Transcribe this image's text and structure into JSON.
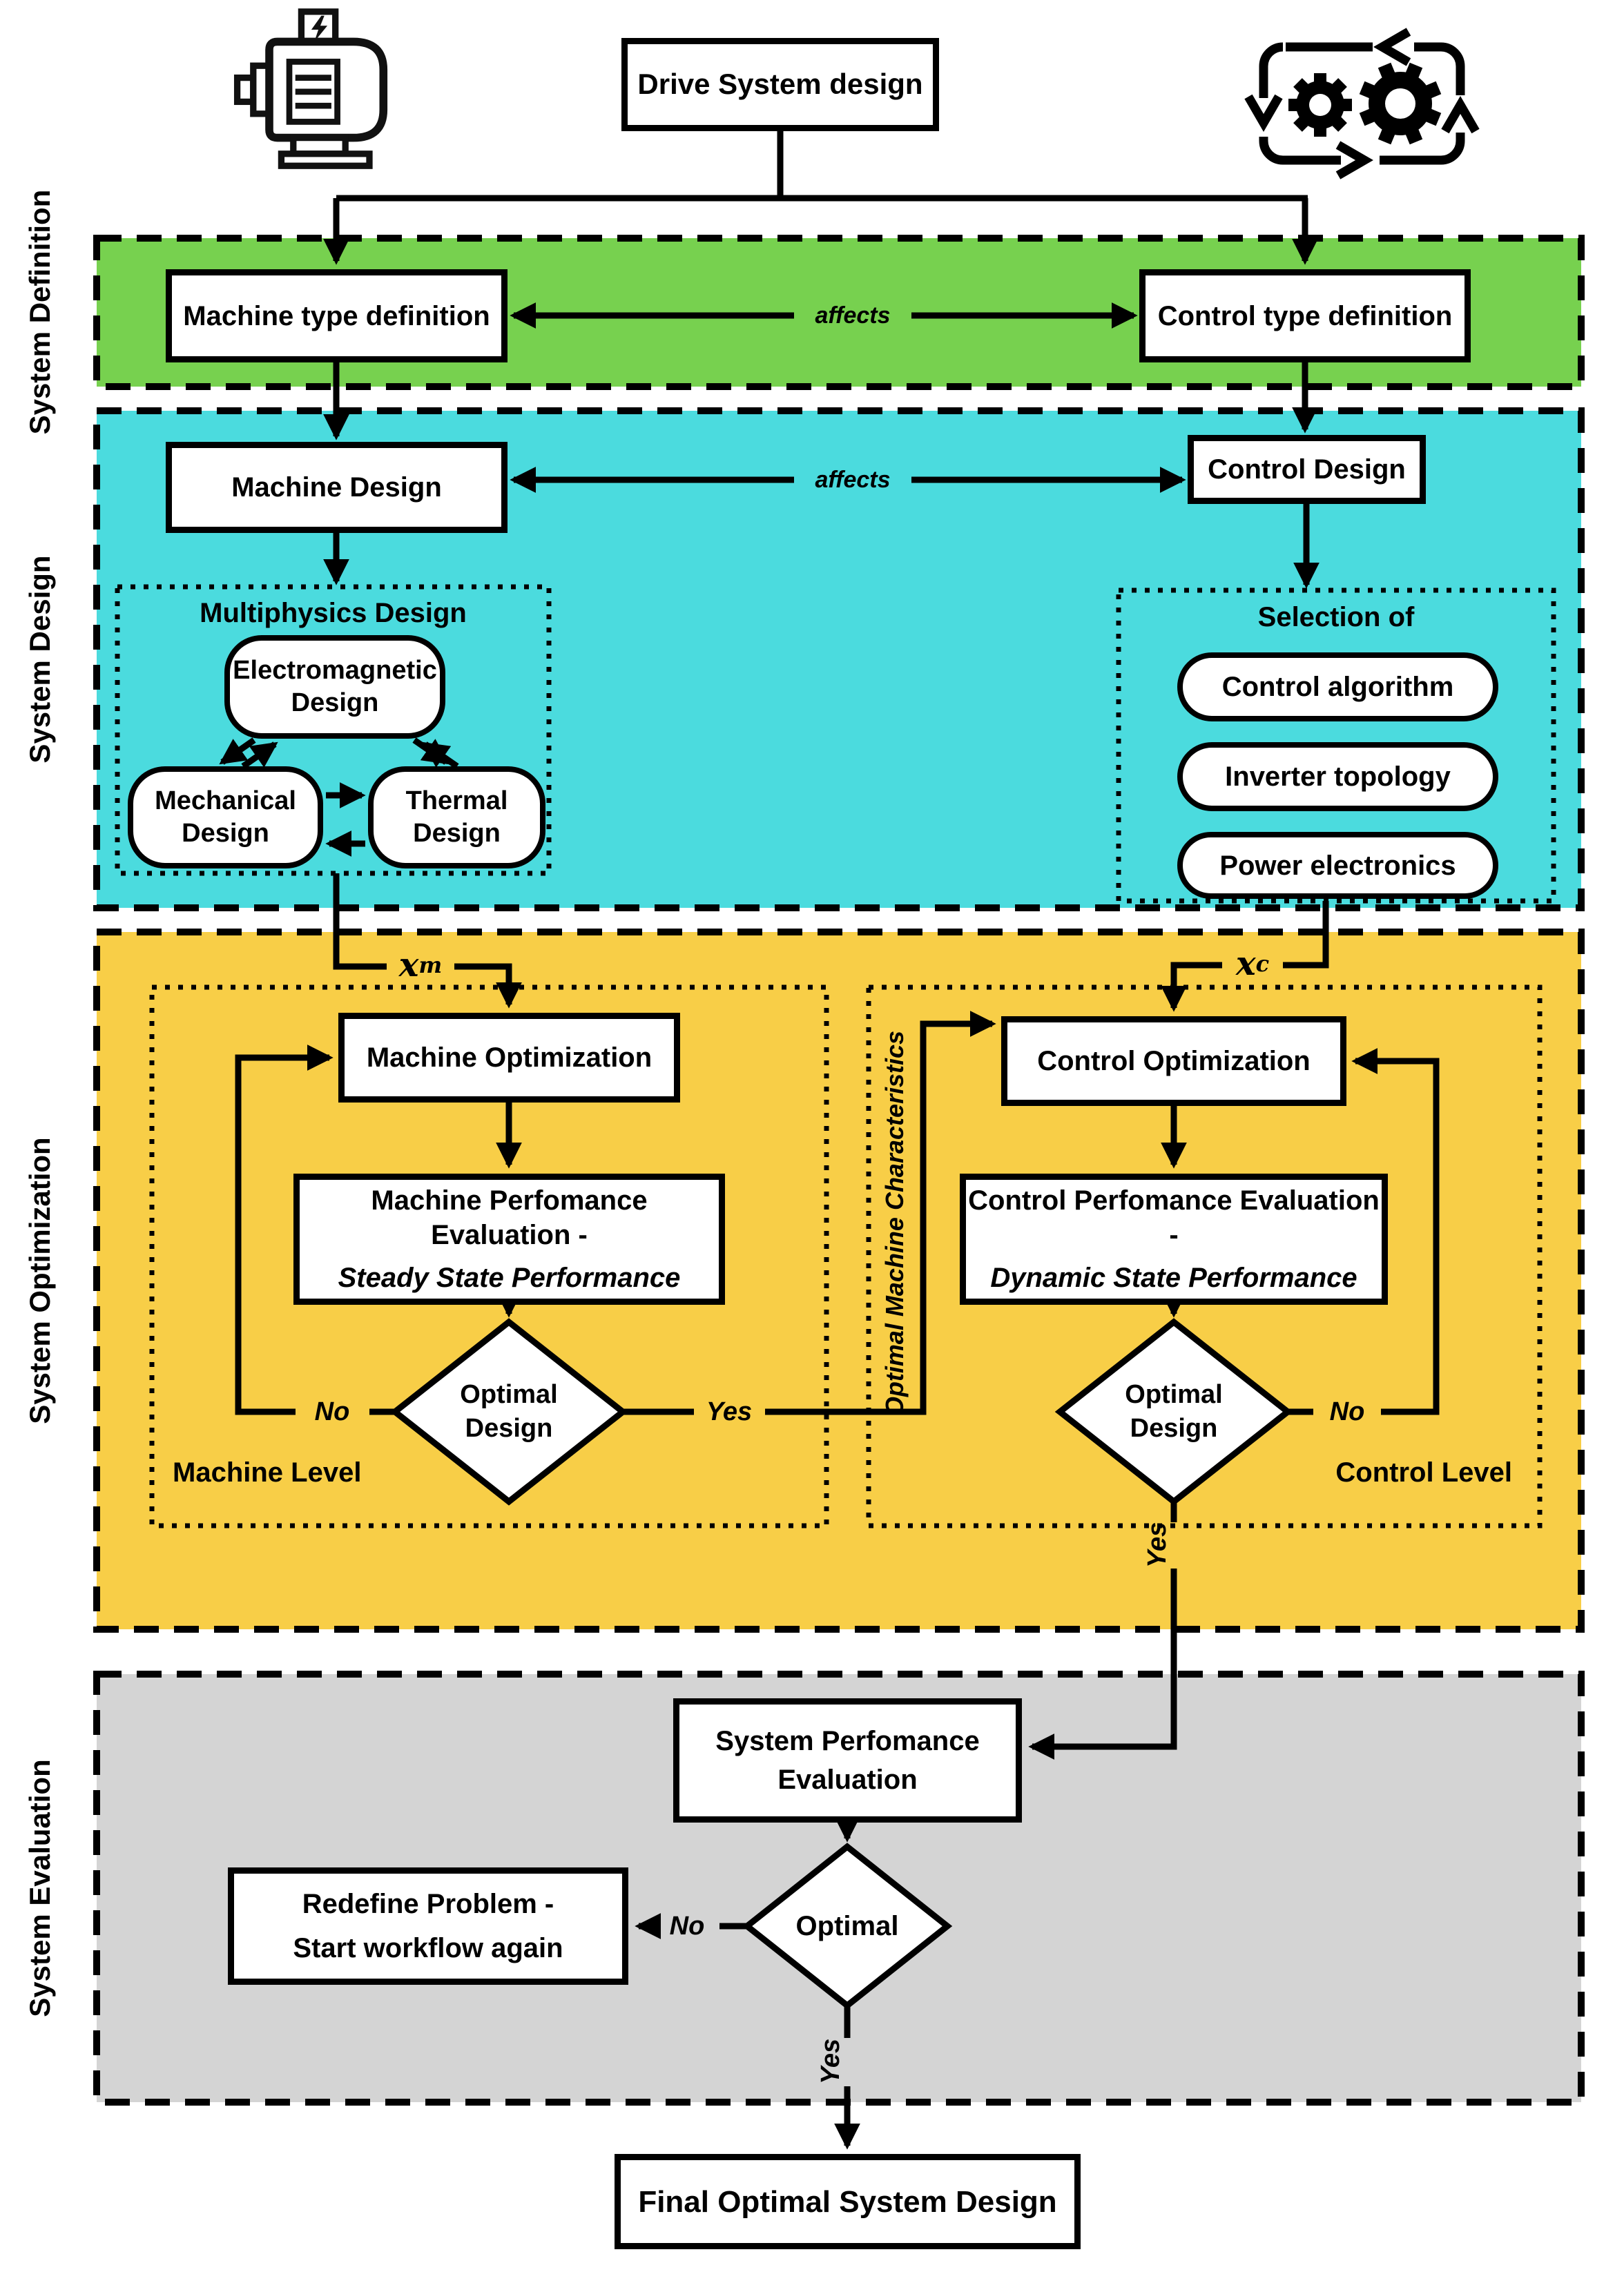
{
  "colors": {
    "band_definition": "#77D14F",
    "band_design": "#4BDBDE",
    "band_optimization": "#F8CE47",
    "band_evaluation": "#D4D4D4",
    "line": "#000000",
    "box_fill": "#FFFFFF"
  },
  "header": {
    "title": "Drive System design",
    "motor_icon": "electric-motor-icon",
    "gears_icon": "process-cycle-gears-icon"
  },
  "bands": {
    "definition": {
      "label": "System Definition",
      "machine_box": "Machine type definition",
      "control_box": "Control type definition",
      "relation_label": "affects"
    },
    "design": {
      "label": "System Design",
      "machine_box": "Machine Design",
      "control_box": "Control Design",
      "relation_label": "affects",
      "multiphysics": {
        "title": "Multiphysics Design",
        "electromagnetic_line1": "Electromagnetic",
        "electromagnetic_line2": "Design",
        "mechanical_line1": "Mechanical",
        "mechanical_line2": "Design",
        "thermal_line1": "Thermal",
        "thermal_line2": "Design"
      },
      "selection": {
        "title": "Selection of",
        "items": [
          "Control algorithm",
          "Inverter topology",
          "Power electronics"
        ]
      }
    },
    "optimization": {
      "label": "System Optimization",
      "machine_input_var": {
        "base": "x",
        "sub": "m"
      },
      "control_input_var": {
        "base": "x",
        "sub": "c"
      },
      "machine_level": {
        "title": "Machine Level",
        "optimization_box": "Machine Optimization",
        "evaluation_line1": "Machine Perfomance Evaluation -",
        "evaluation_line2": "Steady State Performance",
        "decision_line1": "Optimal",
        "decision_line2": "Design",
        "no_label": "No",
        "yes_label": "Yes"
      },
      "control_level": {
        "title": "Control Level",
        "optimization_box": "Control Optimization",
        "evaluation_line1": "Control Perfomance Evaluation -",
        "evaluation_line2": "Dynamic State Performance",
        "decision_line1": "Optimal",
        "decision_line2": "Design",
        "no_label": "No",
        "yes_label": "Yes",
        "feedback_label": "Optimal Machine Characteristics"
      }
    },
    "evaluation": {
      "label": "System Evaluation",
      "evaluation_line1": "System Perfomance",
      "evaluation_line2": "Evaluation",
      "decision": "Optimal",
      "no_label": "No",
      "yes_label": "Yes",
      "redefine_line1": "Redefine Problem -",
      "redefine_line2": "Start workflow again"
    }
  },
  "footer": {
    "final_box": "Final Optimal System Design"
  }
}
